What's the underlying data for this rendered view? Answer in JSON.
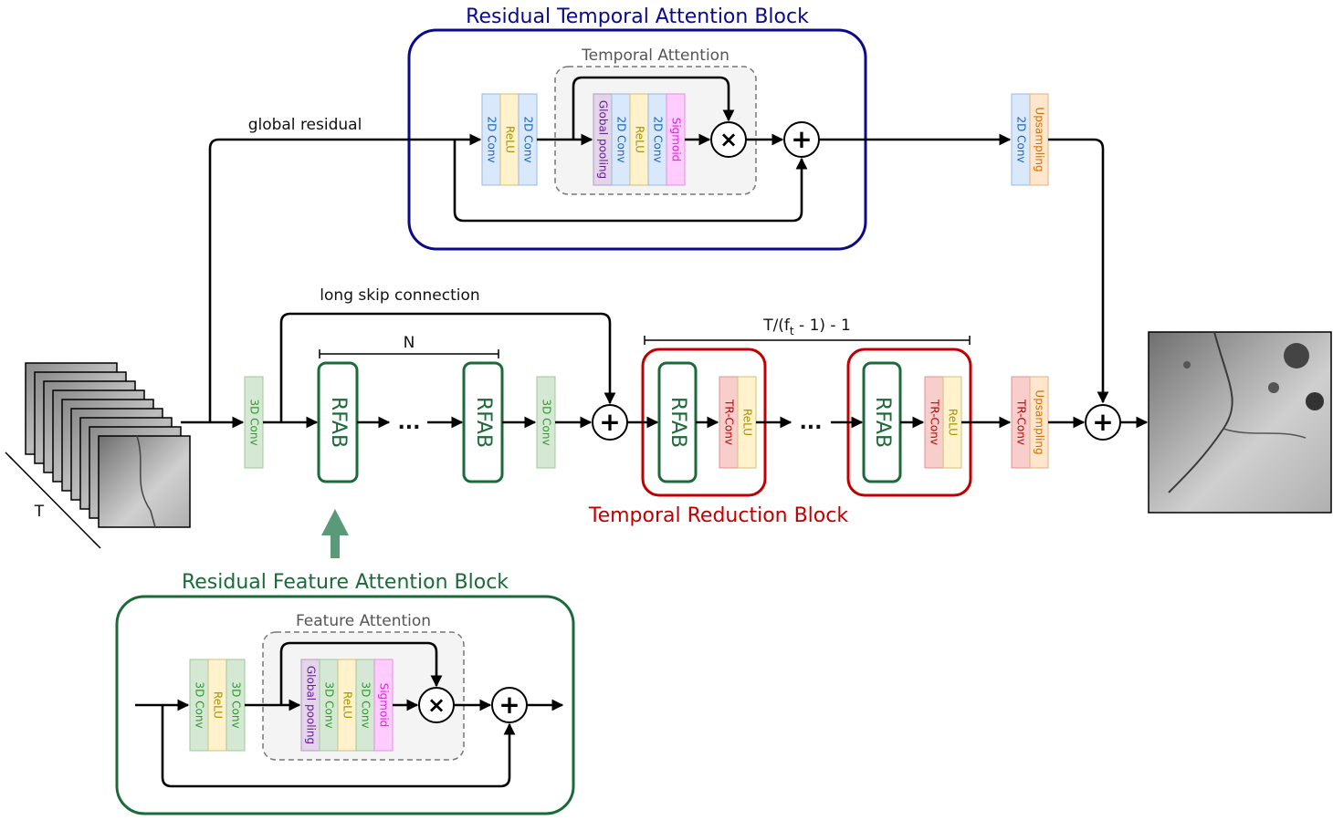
{
  "blocks": {
    "rtab_title": "Residual Temporal Attention Block",
    "temporal_attention": "Temporal Attention",
    "rfab_title": "Residual Feature Attention Block",
    "feature_attention": "Feature Attention",
    "trb_title": "Temporal Reduction Block"
  },
  "labels": {
    "global_residual": "global residual",
    "long_skip": "long skip connection",
    "n": "N",
    "reduction_count": "T/(f",
    "reduction_count_sub": "t",
    "reduction_count_tail": " - 1) - 1",
    "t_axis": "T",
    "dots": "..."
  },
  "layers": {
    "conv2d": "2D Conv",
    "conv3d": "3D Conv",
    "relu": "ReLU",
    "global_pooling": "Global pooling",
    "sigmoid": "Sigmoid",
    "tr_conv": "TR-Conv",
    "upsampling": "Upsampling",
    "rfab": "RFAB"
  },
  "operators": {
    "multiply": "×",
    "add": "+"
  },
  "colors": {
    "rtab_border": "#0a0a8c",
    "rfab_border": "#1b6b3a",
    "trb_border": "#c00000",
    "conv2d_fill": "#dae8fc",
    "conv2d_text": "#1565c0",
    "conv3d_fill": "#d5e8d4",
    "conv3d_text": "#2e9a2e",
    "relu_fill": "#fff2cc",
    "relu_text": "#a89400",
    "pool_fill": "#e1d5e7",
    "pool_text": "#6a1b9a",
    "sigmoid_fill": "#ffccff",
    "sigmoid_text": "#e020e0",
    "trconv_fill": "#f8cecc",
    "trconv_text": "#c00000",
    "upsampling_fill": "#ffe6cc",
    "upsampling_text": "#d07000",
    "feedback_arrow": "#5a9a78"
  }
}
